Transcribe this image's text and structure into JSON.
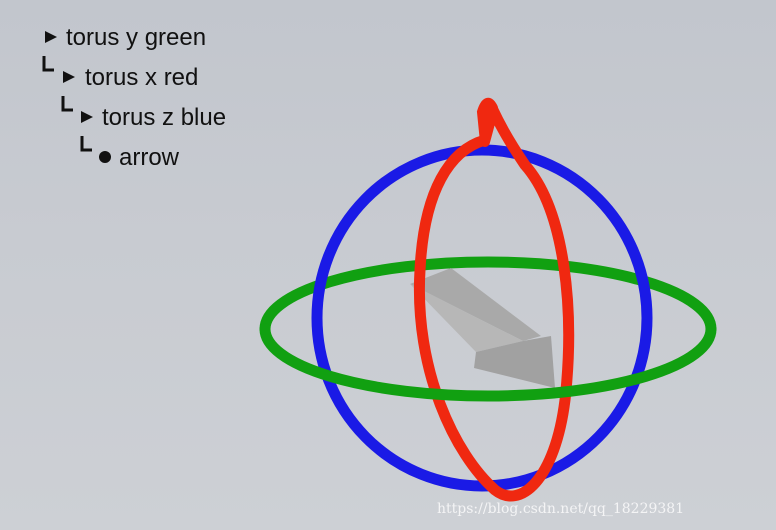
{
  "hierarchy": [
    {
      "label": "torus y green",
      "marker": "triangle"
    },
    {
      "label": "torus x red",
      "marker": "triangle"
    },
    {
      "label": "torus z blue",
      "marker": "triangle"
    },
    {
      "label": "arrow",
      "marker": "dot"
    }
  ],
  "colors": {
    "background": "#c6c9cf",
    "torus_y": "#11a011",
    "torus_x": "#f02810",
    "torus_z": "#1a1ae6",
    "arrow": "#a9a9a9",
    "text": "#111111"
  },
  "watermark": "https://blog.csdn.net/qq_18229381"
}
